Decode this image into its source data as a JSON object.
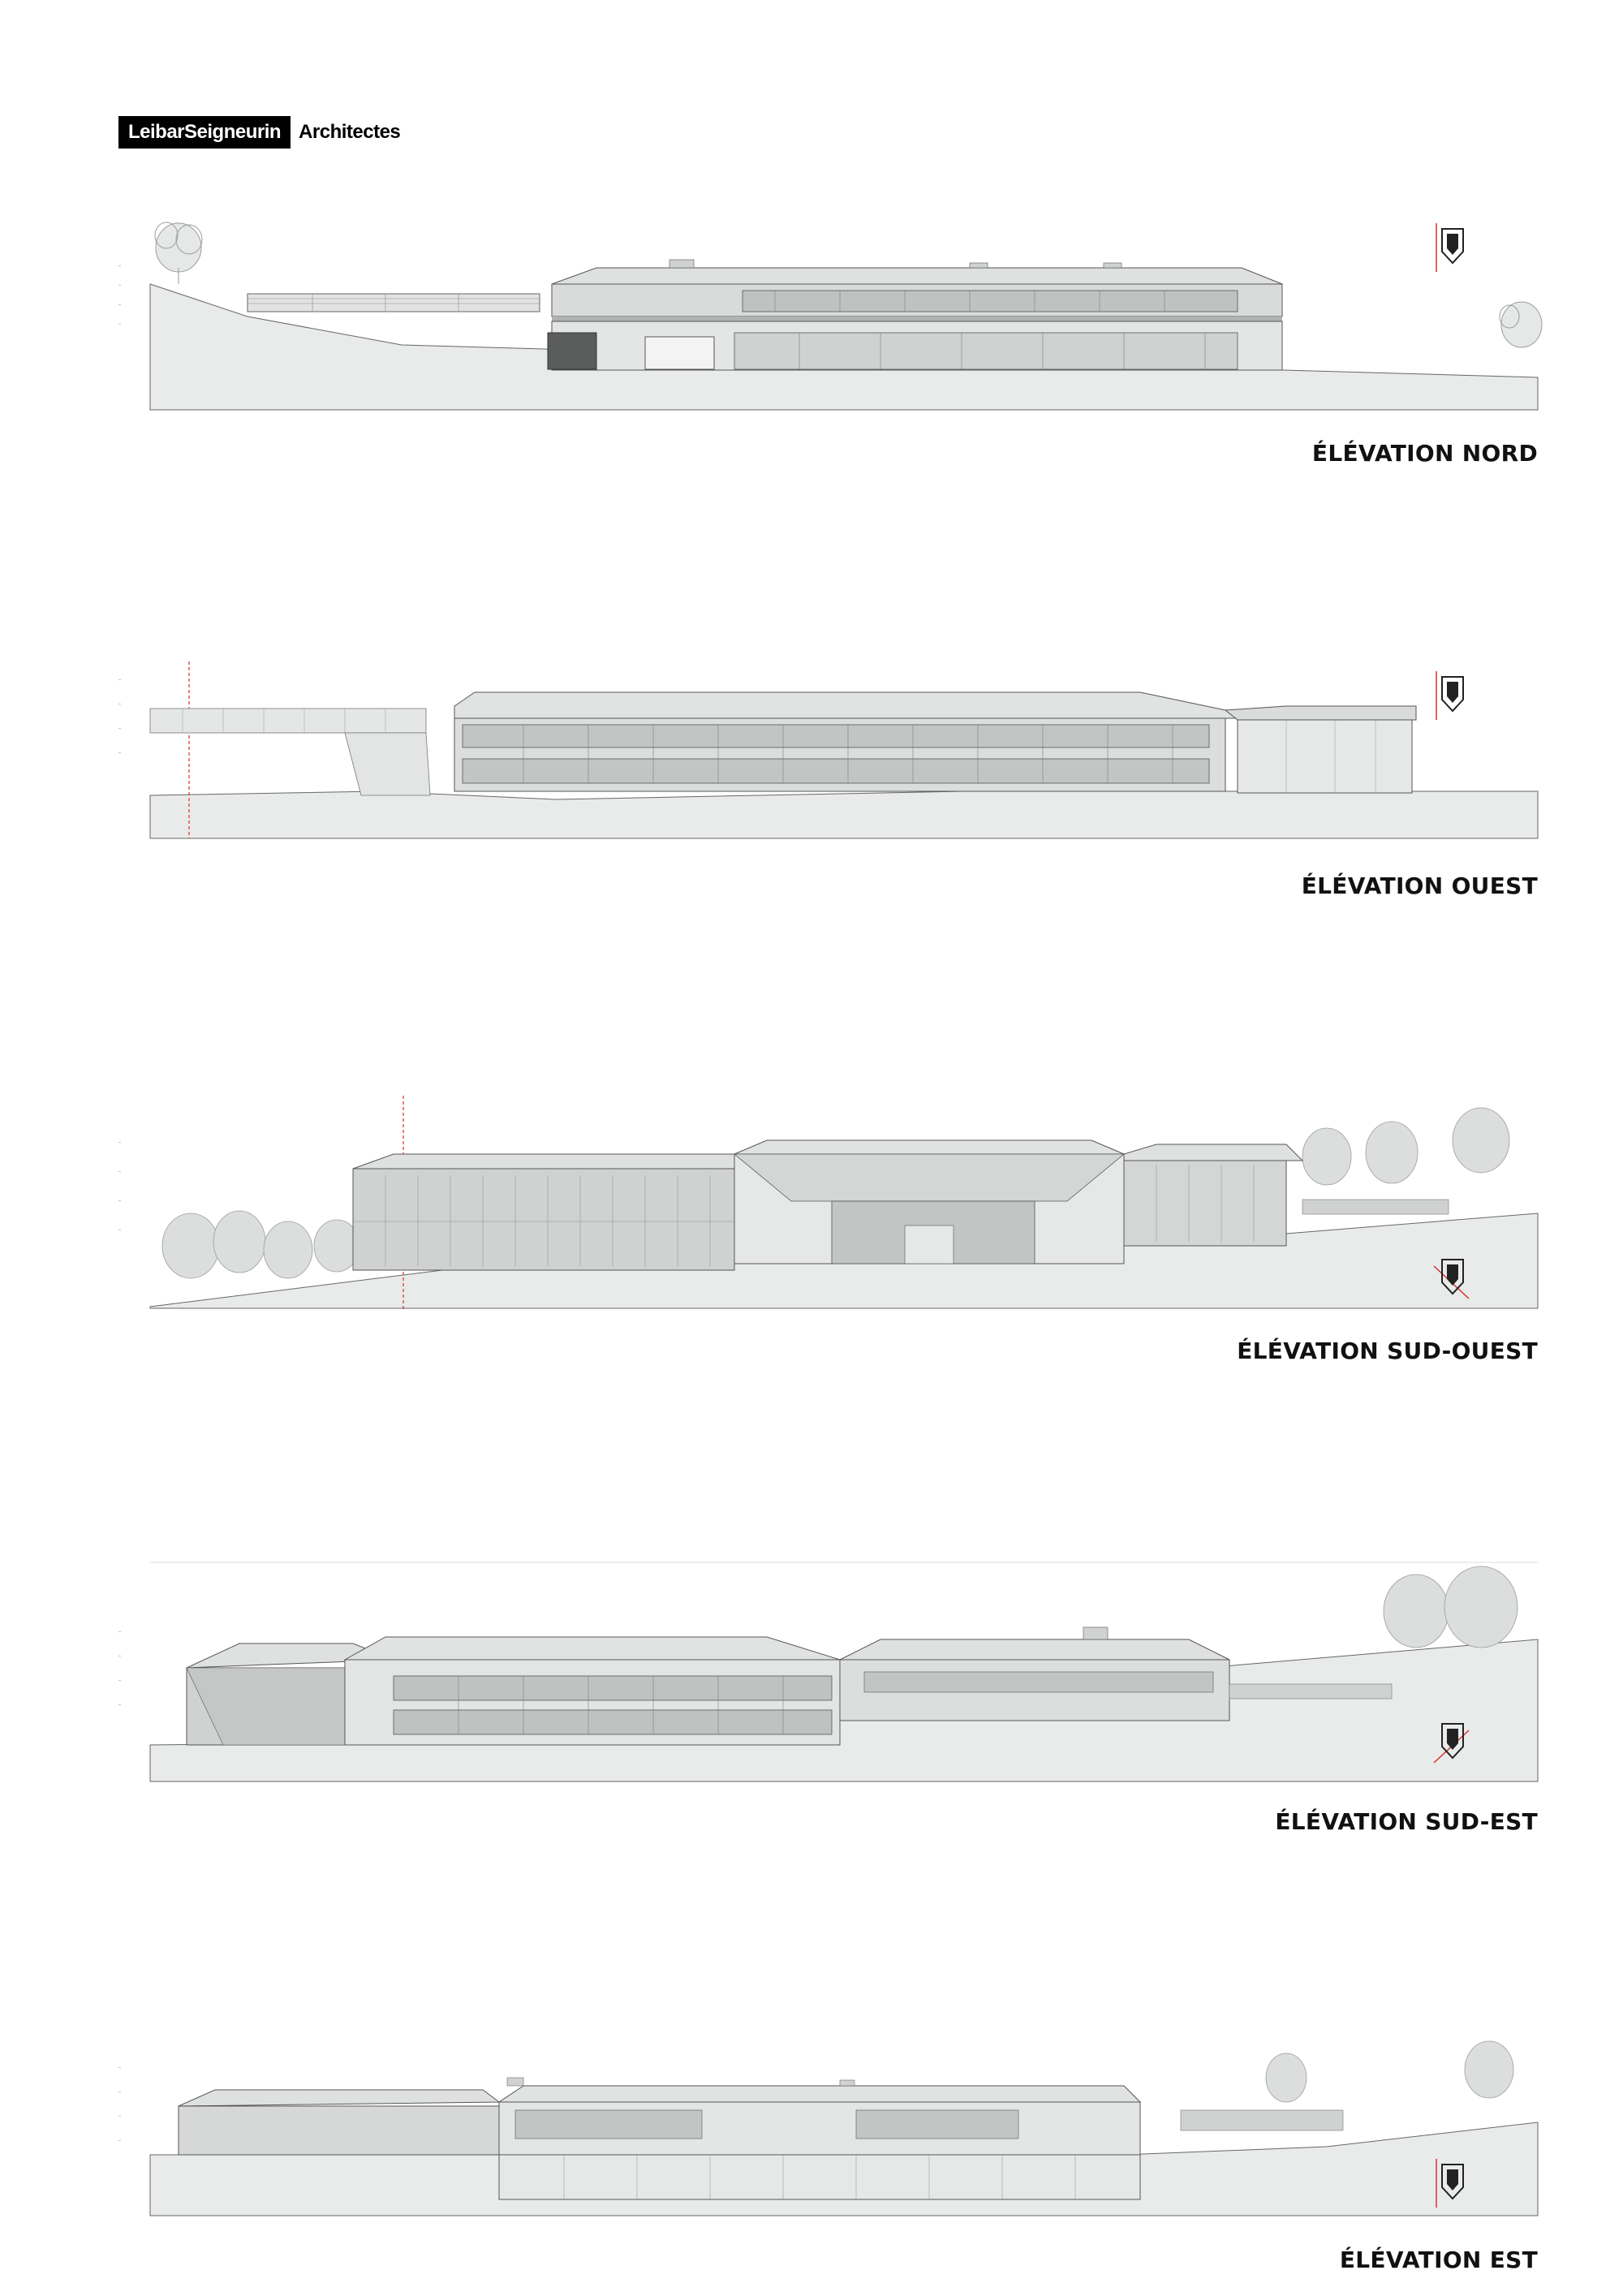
{
  "header": {
    "brand": "LeibarSeigneurin",
    "brand_suffix": "Architectes"
  },
  "elevations": [
    {
      "id": "nord",
      "title": "ÉLÉVATION NORD"
    },
    {
      "id": "ouest",
      "title": "ÉLÉVATION OUEST"
    },
    {
      "id": "sud-ouest",
      "title": "ÉLÉVATION SUD-OUEST"
    },
    {
      "id": "sud-est",
      "title": "ÉLÉVATION SUD-EST"
    },
    {
      "id": "est",
      "title": "ÉLÉVATION EST"
    }
  ],
  "colors": {
    "ground": "#e9ebea",
    "line": "#555555",
    "facade": "#d9dbda",
    "glazing": "#bfc2c1",
    "accent": "#d9302c"
  }
}
